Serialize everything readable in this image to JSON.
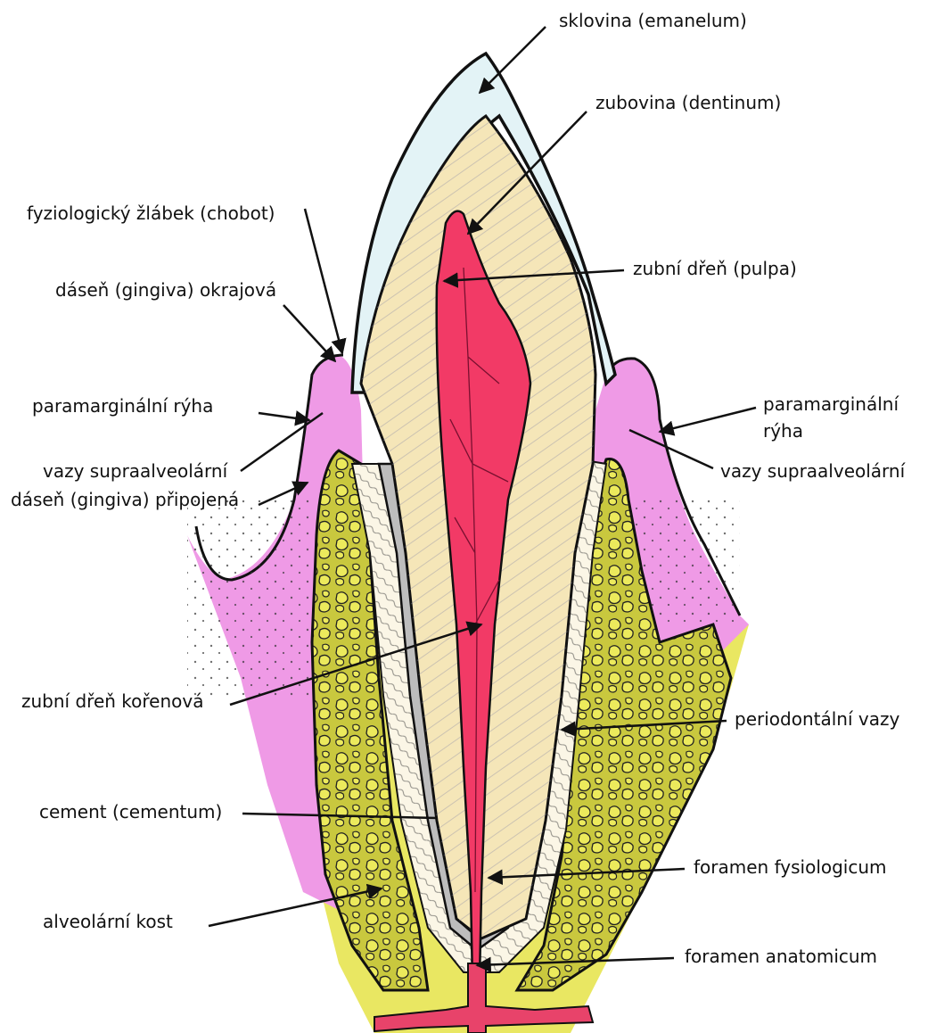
{
  "colors": {
    "enamel": "#e3f3f6",
    "dentin": "#f5e6b8",
    "pulp": "#f23a66",
    "gingiva": "#ef9ae6",
    "bone": "#c5c43c",
    "bone_light": "#ecea5c",
    "cement": "#bdbdbd",
    "ligament": "#fbf6e6",
    "outline": "#111111"
  },
  "labels": {
    "sklovina": "sklovina (emanelum)",
    "zubovina": "zubovina (dentinum)",
    "zlabek": "fyziologický žlábek (chobot)",
    "pulpa": "zubní dřeň (pulpa)",
    "gingiva_okrajova": "dáseň (gingiva) okrajová",
    "ryha_left": "paramarginální rýha",
    "ryha_right_1": "paramarginální",
    "ryha_right_2": "rýha",
    "vazy_left": "vazy supraalveolární",
    "vazy_right": "vazy supraalveolární",
    "gingiva_pripojena": "dáseň (gingiva) připojená",
    "dren_korenova": "zubní dřeň kořenová",
    "periodontalni": "periodontální vazy",
    "cement": "cement (cementum)",
    "foramen_fys": "foramen fysiologicum",
    "alveolarni": "alveolární kost",
    "foramen_anat": "foramen anatomicum"
  }
}
